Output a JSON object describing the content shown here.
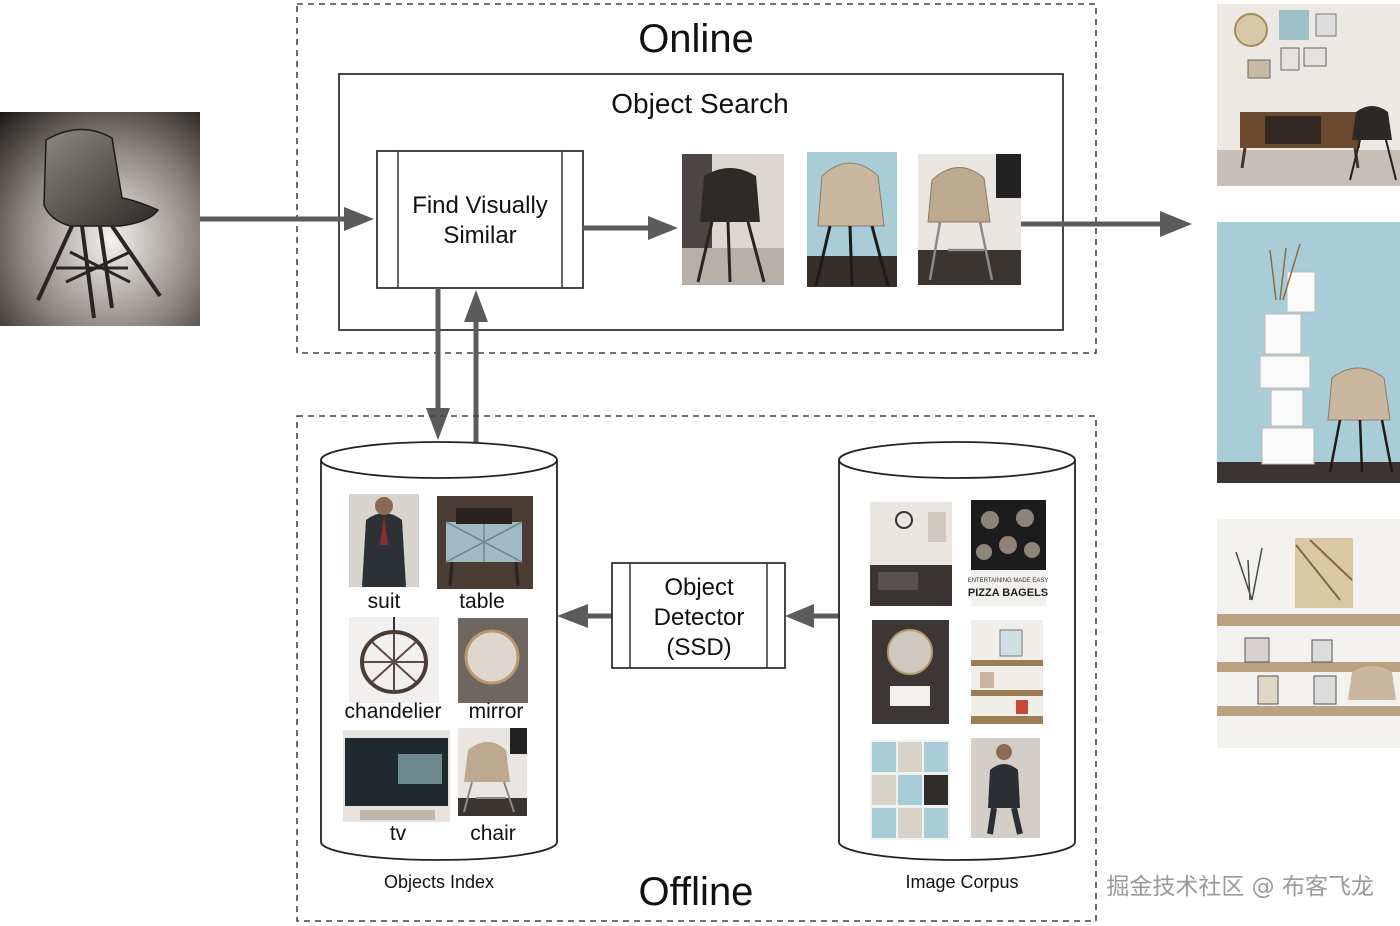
{
  "online": {
    "title": "Online"
  },
  "offline": {
    "title": "Offline"
  },
  "object_search": {
    "title": "Object Search",
    "process_line1": "Find Visually",
    "process_line2": "Similar"
  },
  "detector": {
    "line1": "Object",
    "line2": "Detector",
    "line3": "(SSD)"
  },
  "objects_index": {
    "label": "Objects Index",
    "items": [
      {
        "label": "suit"
      },
      {
        "label": "table"
      },
      {
        "label": "chandelier"
      },
      {
        "label": "mirror"
      },
      {
        "label": "tv"
      },
      {
        "label": "chair"
      }
    ]
  },
  "image_corpus": {
    "label": "Image Corpus",
    "poster_text_small": "ENTERTAINING MADE EASY",
    "poster_text_big": "PIZZA BAGELS"
  },
  "watermark": "掘金技术社区 @ 布客飞龙",
  "colors": {
    "arrow": "#5b5b5b",
    "frame": "#333333",
    "wall_blue": "#a9cdd6",
    "wood": "#6b4a30",
    "chair_tan": "#b9a58c",
    "chair_dark": "#3a3530"
  }
}
